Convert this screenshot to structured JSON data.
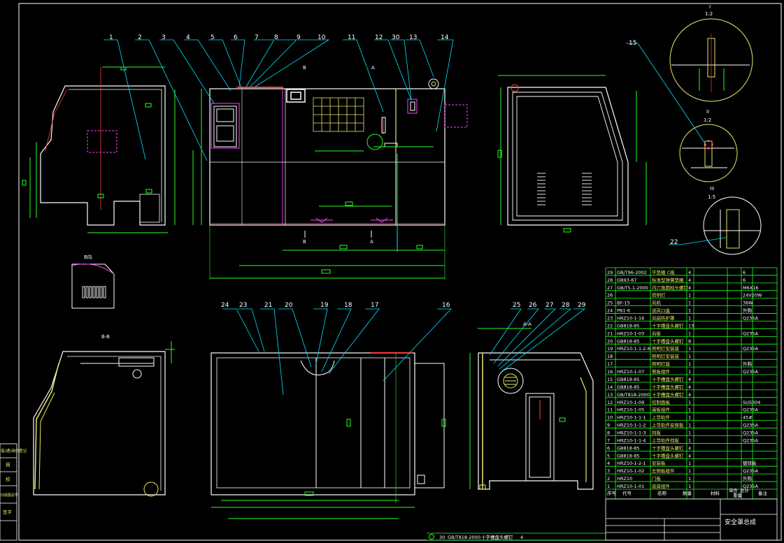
{
  "colors": {
    "background": "#000000",
    "outline": "#ffffff",
    "leader": "#00e5ff",
    "dimension": "#22ff22",
    "hidden": "#ff3b3b",
    "accent": "#e8e86a",
    "magenta": "#ff40ff"
  },
  "balloons_top": [
    "1",
    "2",
    "3",
    "4",
    "5",
    "6",
    "7",
    "8",
    "9",
    "10",
    "11",
    "12",
    "30",
    "13",
    "14"
  ],
  "balloons_right": [
    "15",
    "22"
  ],
  "balloons_bottom": [
    "24",
    "23",
    "21",
    "20",
    "19",
    "18",
    "17",
    "16",
    "25",
    "26",
    "27",
    "28",
    "29"
  ],
  "section_labels": {
    "detail_i": "I",
    "detail_i_scale": "1:2",
    "detail_ii": "II",
    "detail_ii_scale": "1:2",
    "detail_iii": "III",
    "detail_iii_scale": "1:5",
    "view_direction": "B向",
    "section_bb": "B-B",
    "section_aa": "A-A",
    "cut_a": "A",
    "cut_b": "B"
  },
  "bom": {
    "rows": [
      {
        "no": "29",
        "code": "GB/T96-2002",
        "name": "平垫圈 C级",
        "qty": "4",
        "note": "6"
      },
      {
        "no": "28",
        "code": "GB93-87",
        "name": "标准型弹簧垫圈",
        "qty": "4",
        "note": "6"
      },
      {
        "no": "27",
        "code": "GB/T5.1-2000",
        "name": "内六角圆柱头螺钉",
        "qty": "4",
        "note": "M6X16"
      },
      {
        "no": "26",
        "code": "",
        "name": "照明灯",
        "qty": "1",
        "note": "24V20W"
      },
      {
        "no": "25",
        "code": "BF-15",
        "name": "风机",
        "qty": "1",
        "note": "36W"
      },
      {
        "no": "24",
        "code": "PB1-6",
        "name": "送风口盖",
        "qty": "1",
        "note": "外购"
      },
      {
        "no": "23",
        "code": "HRZ10-1-16",
        "name": "风扇防护罩",
        "qty": "1",
        "note": "Q235A"
      },
      {
        "no": "22",
        "code": "GB818-85",
        "name": "十字槽盘头螺钉",
        "qty": "13",
        "note": ""
      },
      {
        "no": "21",
        "code": "HRZ10-1-03",
        "name": "后板",
        "qty": "1",
        "note": "Q235A"
      },
      {
        "no": "20",
        "code": "GB818-85",
        "name": "十字槽盘头螺钉",
        "qty": "8",
        "note": ""
      },
      {
        "no": "19",
        "code": "HRZ10-1-1-2-6",
        "name": "照明灯安装座",
        "qty": "1",
        "note": "Q235A"
      },
      {
        "no": "18",
        "code": "",
        "name": "照明灯安装座",
        "qty": "1",
        "note": ""
      },
      {
        "no": "17",
        "code": "",
        "name": "照明灯座",
        "qty": "1",
        "note": "外购"
      },
      {
        "no": "16",
        "code": "HRZ10-1-07",
        "name": "侧板组件",
        "qty": "1",
        "note": "Q235A"
      },
      {
        "no": "15",
        "code": "GB818-85",
        "name": "十字槽盘头螺钉",
        "qty": "4",
        "note": ""
      },
      {
        "no": "14",
        "code": "GB818-85",
        "name": "十字槽盘头螺钉",
        "qty": "4",
        "note": ""
      },
      {
        "no": "13",
        "code": "GB/T818-2000",
        "name": "十字槽盘头螺钉",
        "qty": "4",
        "note": ""
      },
      {
        "no": "12",
        "code": "HRZ10-1-09",
        "name": "控制面板",
        "qty": "1",
        "note": "SUS304"
      },
      {
        "no": "11",
        "code": "HRZ10-1-05",
        "name": "面板组件",
        "qty": "1",
        "note": "Q235A"
      },
      {
        "no": "10",
        "code": "HRZ10-1-1-1",
        "name": "上导轨件",
        "qty": "1",
        "note": "45#"
      },
      {
        "no": "9",
        "code": "HRZ10-1-1-2",
        "name": "上导轨件安装板",
        "qty": "1",
        "note": "Q235A"
      },
      {
        "no": "8",
        "code": "HRZ10-1-1-3",
        "name": "挡板",
        "qty": "1",
        "note": "Q235A"
      },
      {
        "no": "7",
        "code": "HRZ10-1-1-4",
        "name": "上导轨件挡板",
        "qty": "1",
        "note": "Q235A"
      },
      {
        "no": "6",
        "code": "GB818-85",
        "name": "十字槽盘头螺钉",
        "qty": "4",
        "note": ""
      },
      {
        "no": "5",
        "code": "GB818-85",
        "name": "十字槽盘头螺钉",
        "qty": "4",
        "note": ""
      },
      {
        "no": "4",
        "code": "HRZ10-1-2-1",
        "name": "安装板",
        "qty": "1",
        "note": "镀锌板"
      },
      {
        "no": "3",
        "code": "HRZ10-1-02",
        "name": "左侧板组件",
        "qty": "1",
        "note": "Q235A"
      },
      {
        "no": "2",
        "code": "HRZ10",
        "name": "门板",
        "qty": "1",
        "note": "外购"
      },
      {
        "no": "1",
        "code": "HRZ10-1-01",
        "name": "底座组件",
        "qty": "1",
        "note": "Q235A"
      }
    ],
    "header": [
      "序号",
      "代号",
      "名称",
      "数量",
      "材料",
      "单件",
      "总计",
      "备注"
    ],
    "header_weight": "重量"
  },
  "title_block": {
    "title": "安全罩总成",
    "footer_row": {
      "no": "30",
      "code": "GB/T818-2000",
      "name": "十字槽盘头螺钉",
      "qty": "4"
    }
  },
  "side_stamp": [
    "借(通)用件登记",
    "描",
    "校",
    "旧底图总号",
    "签字"
  ]
}
